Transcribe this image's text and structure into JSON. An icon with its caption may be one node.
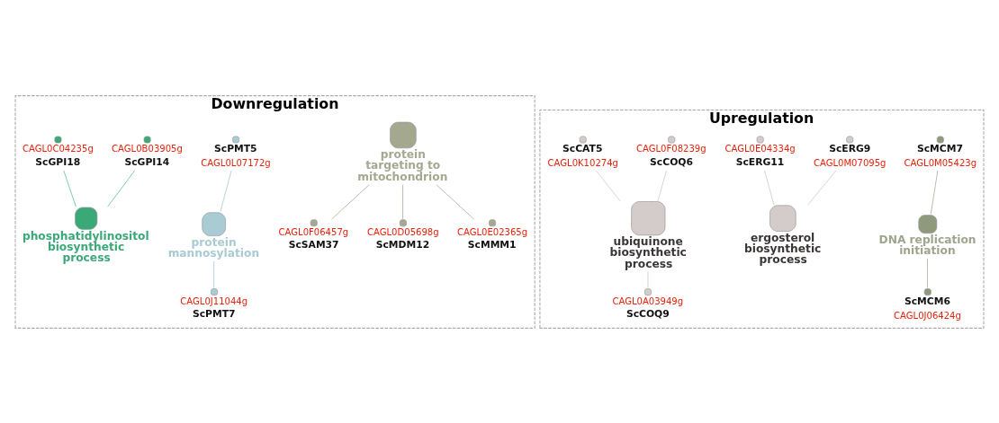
{
  "diagram": {
    "nodes": [
      {
        "text": [
          "Downregulation"
        ]
      },
      {
        "text": [
          "protein targeting to mitochondrion"
        ],
        "in": 0
      },
      {
        "text": [
          "CAGL0F06457g",
          "ScSAM37"
        ],
        "in": 0
      },
      {
        "text": [
          "CAGL0D05698g",
          "ScMDM12"
        ],
        "in": 0
      },
      {
        "text": [
          "CAGL0E02365g",
          "ScMMM1"
        ],
        "in": 0
      },
      {
        "text": [
          "ScPMT5",
          "CAGL0L07172g"
        ],
        "in": 0
      },
      {
        "text": [
          "protein mannosylation"
        ],
        "in": 0
      },
      {
        "text": [
          "CAGL0J11044g",
          "ScPMT7"
        ],
        "in": 0
      },
      {
        "text": [
          "CAGL0B03905g",
          "ScGPI14"
        ],
        "in": 0
      },
      {
        "text": [
          "CAGL0C04235g",
          "ScGPI18"
        ],
        "in": 0
      },
      {
        "text": [
          "phosphatidylinositol biosynthetic process"
        ],
        "in": 0
      },
      {
        "text": [
          "Upregulation"
        ]
      },
      {
        "text": [
          "ScMCM7",
          "CAGL0M05423g"
        ],
        "in": 11
      },
      {
        "text": [
          "DNA replication initiation"
        ],
        "in": 11
      },
      {
        "text": [
          "ScMCM6",
          "CAGL0J06424g"
        ],
        "in": 11
      },
      {
        "text": [
          "ScERG9",
          "CAGL0M07095g"
        ],
        "in": 11
      },
      {
        "text": [
          "CAGL0E04334g",
          "ScERG11"
        ],
        "in": 11
      },
      {
        "text": [
          "ergosterol biosynthetic process"
        ],
        "in": 11
      },
      {
        "text": [
          "CAGL0F08239g",
          "ScCOQ6"
        ],
        "in": 11
      },
      {
        "text": [
          "ScCAT5",
          "CAGL0K10274g"
        ],
        "in": 11
      },
      {
        "text": [
          "ubiquinone biosynthetic process"
        ],
        "in": 11
      },
      {
        "text": [
          "CAGL0A03949g",
          "ScCOQ9"
        ],
        "in": 11
      }
    ],
    "edges": [
      {
        "from": 1,
        "to": 2,
        "arrow": "none",
        "color": "#b5b19f"
      },
      {
        "from": 1,
        "to": 3,
        "arrow": "none",
        "color": "#b5b19f"
      },
      {
        "from": 1,
        "to": 4,
        "arrow": "none",
        "color": "#b5b19f"
      },
      {
        "from": 5,
        "to": 6,
        "arrow": "none",
        "color": "#a9cbd3"
      },
      {
        "from": 6,
        "to": 7,
        "arrow": "none",
        "color": "#a9cbd3"
      },
      {
        "from": 8,
        "to": 10,
        "arrow": "none",
        "color": "#6cc39a"
      },
      {
        "from": 9,
        "to": 10,
        "arrow": "none",
        "color": "#6cc39a"
      },
      {
        "from": 12,
        "to": 13,
        "arrow": "none"
      },
      {
        "from": 13,
        "to": 14,
        "arrow": "none"
      },
      {
        "from": 15,
        "to": 17,
        "arrow": "none",
        "color": "#d4cccb"
      },
      {
        "from": 16,
        "to": 17,
        "arrow": "none",
        "color": "#d4cccb"
      },
      {
        "from": 18,
        "to": 20,
        "arrow": "none",
        "color": "#d4cccb"
      },
      {
        "from": 19,
        "to": 20,
        "arrow": "none",
        "color": "#d4cccb"
      },
      {
        "from": 20,
        "to": 21,
        "arrow": "none",
        "color": "#d4cccb"
      }
    ]
  }
}
